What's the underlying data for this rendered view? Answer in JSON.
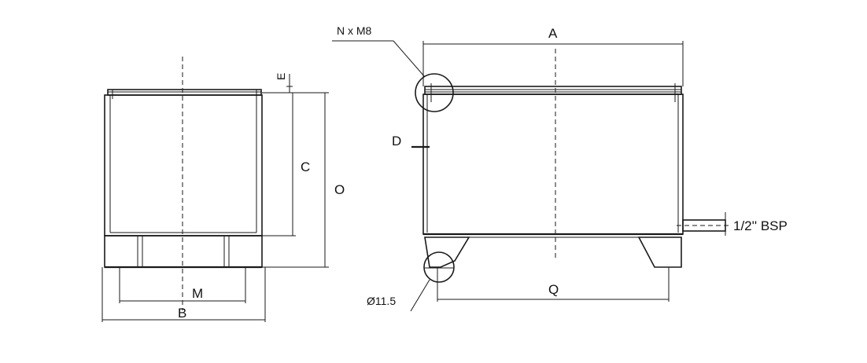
{
  "labels": {
    "thread_callout": "N x M8",
    "dim_A": "A",
    "dim_B": "B",
    "dim_C": "C",
    "dim_D": "D",
    "dim_E": "E",
    "dim_M": "M",
    "dim_O": "O",
    "dim_Q": "Q",
    "hole_callout": "Ø11.5",
    "outlet_callout": "1/2'' BSP"
  }
}
